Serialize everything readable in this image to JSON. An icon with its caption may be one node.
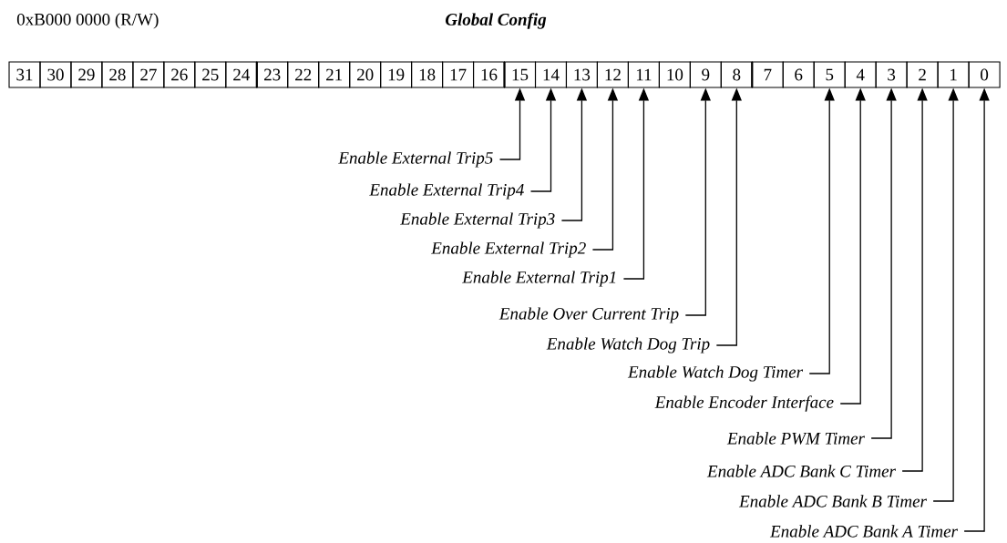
{
  "diagram": {
    "title": "Global Config",
    "nodes": [
      {
        "text": [
          "31"
        ]
      },
      {
        "text": [
          "30"
        ]
      },
      {
        "text": [
          "29"
        ]
      },
      {
        "text": [
          "28"
        ]
      },
      {
        "text": [
          "27"
        ]
      },
      {
        "text": [
          "26"
        ]
      },
      {
        "text": [
          "25"
        ]
      },
      {
        "text": [
          "24"
        ]
      },
      {
        "text": [
          "23"
        ]
      },
      {
        "text": [
          "22"
        ]
      },
      {
        "text": [
          "21"
        ]
      },
      {
        "text": [
          "20"
        ]
      },
      {
        "text": [
          "19"
        ]
      },
      {
        "text": [
          "18"
        ]
      },
      {
        "text": [
          "17"
        ]
      },
      {
        "text": [
          "16"
        ]
      },
      {
        "text": [
          "15"
        ]
      },
      {
        "text": [
          "14"
        ]
      },
      {
        "text": [
          "13"
        ]
      },
      {
        "text": [
          "12"
        ]
      },
      {
        "text": [
          "11"
        ]
      },
      {
        "text": [
          "10"
        ]
      },
      {
        "text": [
          "9"
        ]
      },
      {
        "text": [
          "8"
        ]
      },
      {
        "text": [
          "7"
        ]
      },
      {
        "text": [
          "6"
        ]
      },
      {
        "text": [
          "5"
        ]
      },
      {
        "text": [
          "4"
        ]
      },
      {
        "text": [
          "3"
        ]
      },
      {
        "text": [
          "2"
        ]
      },
      {
        "text": [
          "1"
        ]
      },
      {
        "text": [
          "0"
        ]
      },
      {
        "text": [
          "Enable External Trip5"
        ]
      },
      {
        "text": [
          "Enable External Trip4"
        ]
      },
      {
        "text": [
          "Enable External Trip3"
        ]
      },
      {
        "text": [
          "Enable External Trip2"
        ]
      },
      {
        "text": [
          "Enable External Trip1"
        ]
      },
      {
        "text": [
          "Enable Over Current Trip"
        ]
      },
      {
        "text": [
          "Enable Watch Dog Trip"
        ]
      },
      {
        "text": [
          "Enable Watch Dog Timer"
        ]
      },
      {
        "text": [
          "Enable Encoder Interface"
        ]
      },
      {
        "text": [
          "Enable PWM Timer"
        ]
      },
      {
        "text": [
          "Enable ADC Bank C Timer"
        ]
      },
      {
        "text": [
          "Enable ADC Bank B Timer"
        ]
      },
      {
        "text": [
          "Enable ADC Bank A Timer"
        ]
      }
    ],
    "edges": [
      {
        "from": 32,
        "to": 16,
        "arrow": "to"
      },
      {
        "from": 33,
        "to": 17,
        "arrow": "to"
      },
      {
        "from": 34,
        "to": 18,
        "arrow": "to"
      },
      {
        "from": 35,
        "to": 19,
        "arrow": "to"
      },
      {
        "from": 36,
        "to": 20,
        "arrow": "to"
      },
      {
        "from": 37,
        "to": 22,
        "arrow": "to"
      },
      {
        "from": 38,
        "to": 23,
        "arrow": "to"
      },
      {
        "from": 39,
        "to": 26,
        "arrow": "to"
      },
      {
        "from": 40,
        "to": 27,
        "arrow": "to"
      },
      {
        "from": 41,
        "to": 28,
        "arrow": "to"
      },
      {
        "from": 42,
        "to": 29,
        "arrow": "to"
      },
      {
        "from": 43,
        "to": 30,
        "arrow": "to"
      },
      {
        "from": 44,
        "to": 31,
        "arrow": "to"
      }
    ],
    "labels": [
      "0xB000 0000 (R/W)"
    ]
  }
}
